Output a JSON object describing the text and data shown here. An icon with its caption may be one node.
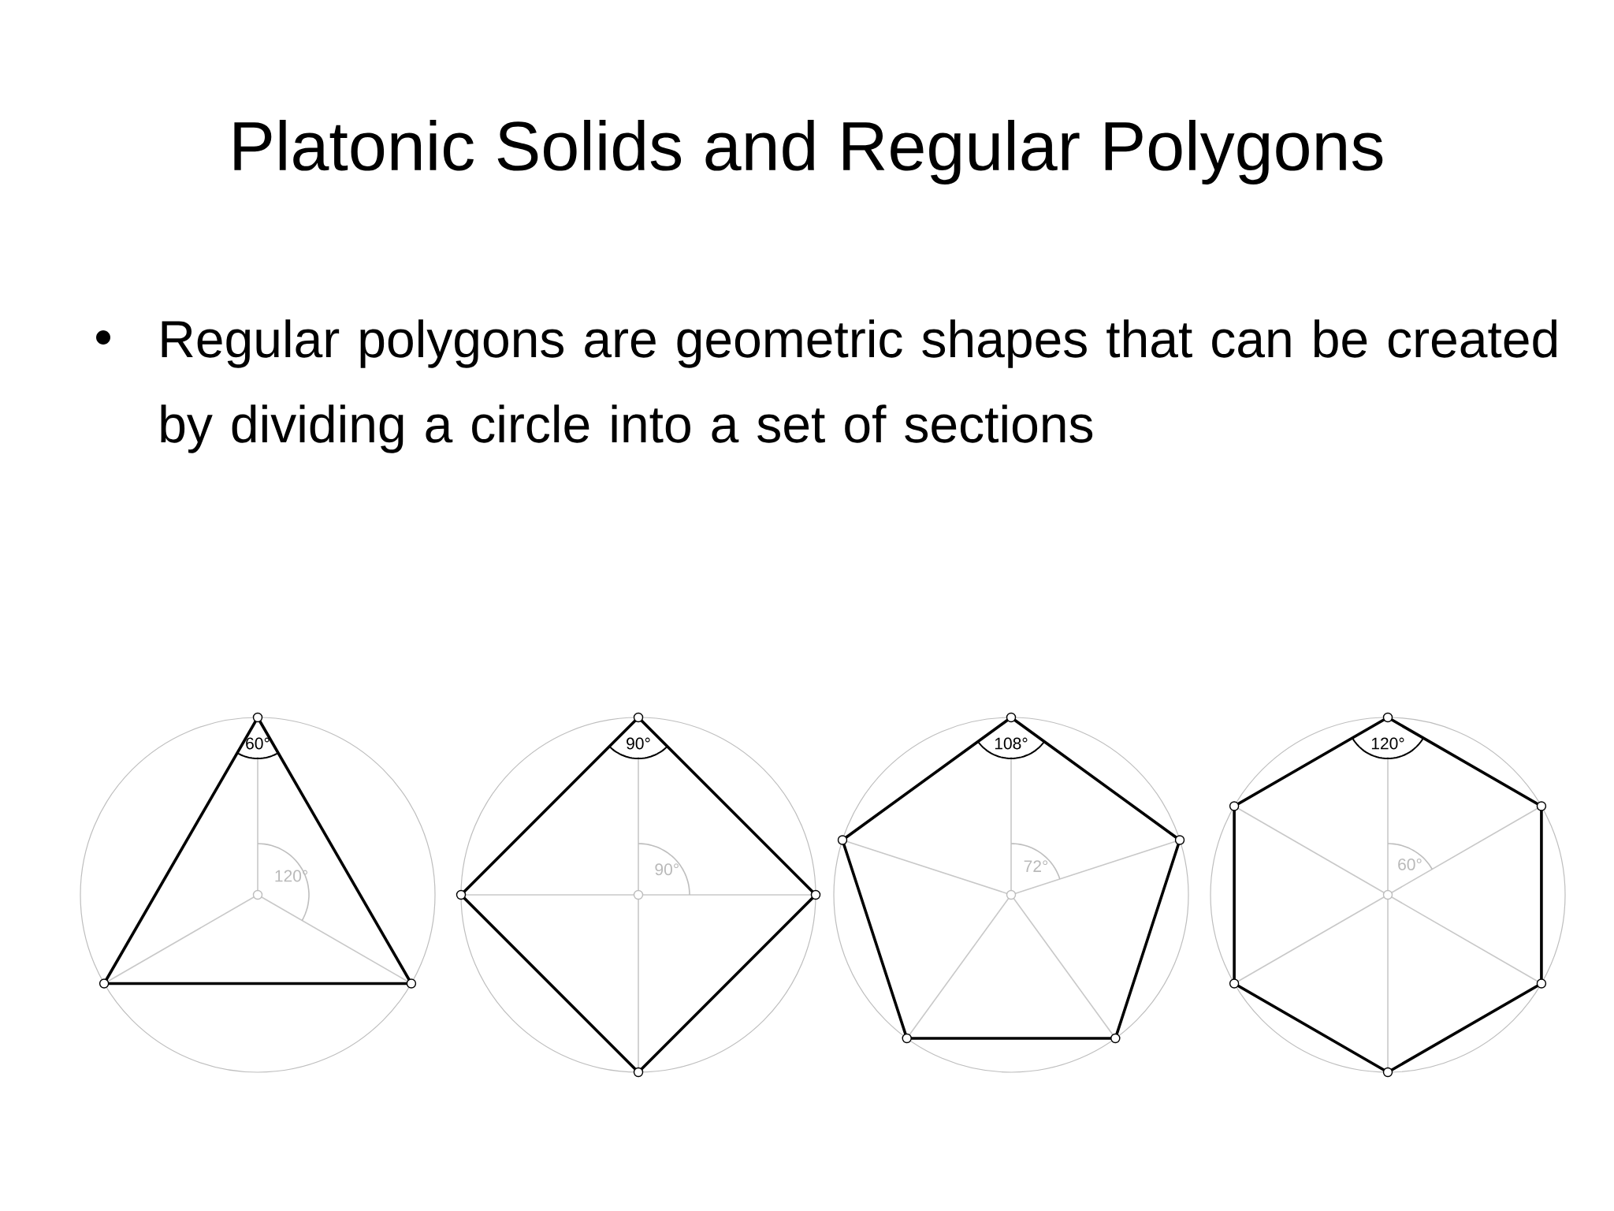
{
  "diagram": {
    "title": "Platonic Solids and Regular Polygons",
    "labels": [
      "Regular polygons are geometric shapes that can be created by dividing a circle into a set of sections",
      "60°",
      "120°",
      "90°",
      "90°",
      "108°",
      "72°",
      "120°",
      "60°"
    ]
  }
}
